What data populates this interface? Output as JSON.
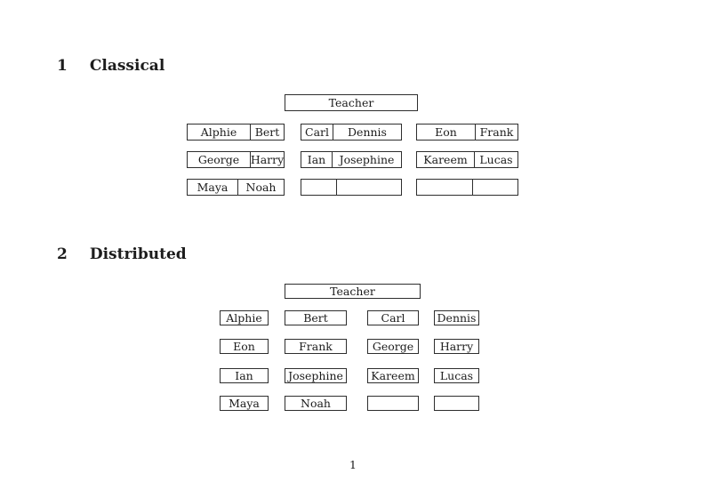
{
  "page": {
    "page_number": "1",
    "border_color": "#2e2e2e",
    "background_color": "#ffffff"
  },
  "classical": {
    "heading_number": "1",
    "heading_title": "Classical",
    "teacher": "Teacher",
    "desks": [
      [
        [
          "Alphie",
          "Bert"
        ],
        [
          "Carl",
          "Dennis"
        ],
        [
          "Eon",
          "Frank"
        ]
      ],
      [
        [
          "George",
          "Harry"
        ],
        [
          "Ian",
          "Josephine"
        ],
        [
          "Kareem",
          "Lucas"
        ]
      ],
      [
        [
          "Maya",
          "Noah"
        ],
        [
          "",
          ""
        ],
        [
          "",
          ""
        ]
      ]
    ]
  },
  "distributed": {
    "heading_number": "2",
    "heading_title": "Distributed",
    "teacher": "Teacher",
    "seats": [
      [
        "Alphie",
        "Bert",
        "Carl",
        "Dennis"
      ],
      [
        "Eon",
        "Frank",
        "George",
        "Harry"
      ],
      [
        "Ian",
        "Josephine",
        "Kareem",
        "Lucas"
      ],
      [
        "Maya",
        "Noah",
        "",
        ""
      ]
    ]
  }
}
